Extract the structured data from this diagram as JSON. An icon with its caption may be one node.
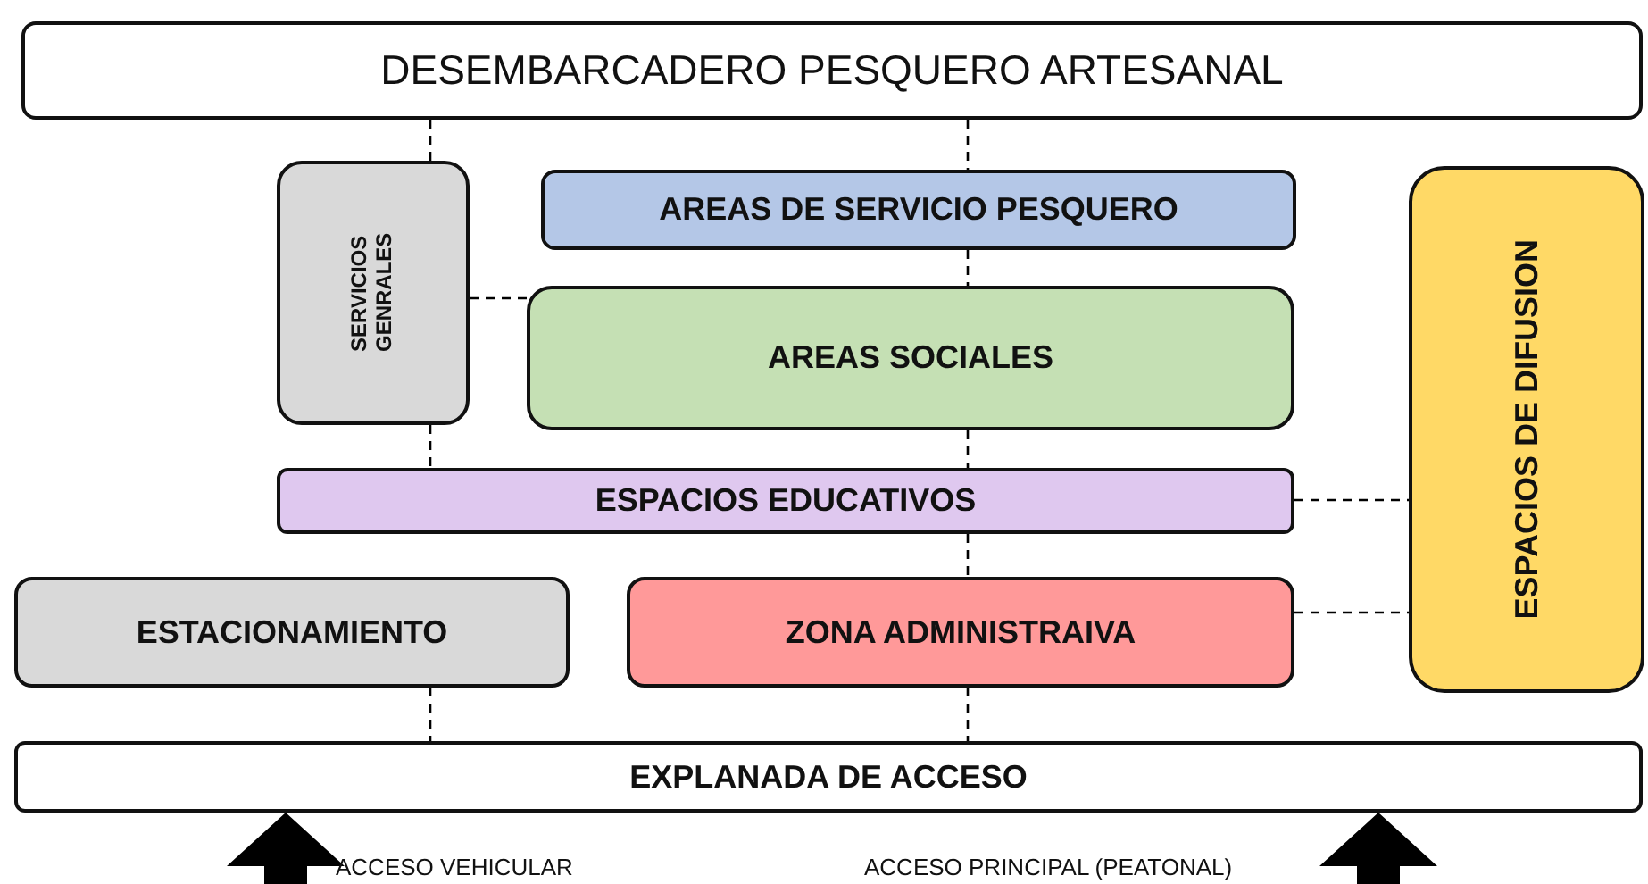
{
  "diagram": {
    "nodes": [
      {
        "text": [
          "DESEMBARCADERO PESQUERO ARTESANAL"
        ]
      },
      {
        "text": [
          "SERVICIOS GENRALES"
        ]
      },
      {
        "text": [
          "AREAS DE SERVICIO PESQUERO"
        ]
      },
      {
        "text": [
          "AREAS SOCIALES"
        ]
      },
      {
        "text": [
          "ESPACIOS EDUCATIVOS"
        ]
      },
      {
        "text": [
          "ESPACIOS DE DIFUSION"
        ]
      },
      {
        "text": [
          "ESTACIONAMIENTO"
        ]
      },
      {
        "text": [
          "ZONA ADMINISTRAIVA"
        ]
      },
      {
        "text": [
          "EXPLANADA DE ACCESO"
        ]
      }
    ],
    "edges": [
      {
        "from": 0,
        "to": 1,
        "arrow": "none",
        "style": "dashed"
      },
      {
        "from": 0,
        "to": 2,
        "arrow": "none",
        "style": "dashed"
      },
      {
        "from": 2,
        "to": 3,
        "arrow": "none",
        "style": "dashed"
      },
      {
        "from": 1,
        "to": 3,
        "arrow": "none",
        "style": "dashed"
      },
      {
        "from": 1,
        "to": 4,
        "arrow": "none",
        "style": "dashed"
      },
      {
        "from": 3,
        "to": 4,
        "arrow": "none",
        "style": "dashed"
      },
      {
        "from": 4,
        "to": 5,
        "arrow": "none",
        "style": "dashed"
      },
      {
        "from": 4,
        "to": 7,
        "arrow": "none",
        "style": "dashed"
      },
      {
        "from": 7,
        "to": 5,
        "arrow": "none",
        "style": "dashed"
      },
      {
        "from": 6,
        "to": 8,
        "arrow": "none",
        "style": "dashed"
      },
      {
        "from": 7,
        "to": 8,
        "arrow": "none",
        "style": "dashed"
      },
      {
        "from": null,
        "to": 8,
        "arrow": "to",
        "style": "thick"
      },
      {
        "from": null,
        "to": 8,
        "arrow": "to",
        "style": "thick"
      }
    ],
    "labels": [
      "ACCESO VEHICULAR",
      "ACCESO PRINCIPAL (PEATONAL)"
    ]
  }
}
